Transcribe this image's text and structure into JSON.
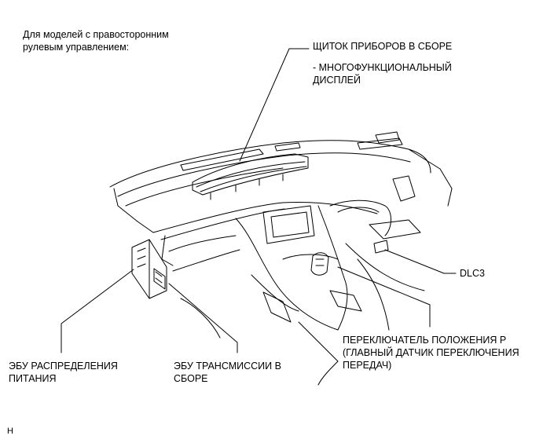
{
  "note": {
    "line1": "Для моделей с правосторонним",
    "line2": "рулевым управлением:"
  },
  "callouts": {
    "instrument_cluster": {
      "line1": "ЩИТОК ПРИБОРОВ В СБОРЕ",
      "sub_line1": "- МНОГОФУНКЦИОНАЛЬНЫЙ",
      "sub_line2": "ДИСПЛЕЙ"
    },
    "dlc3": {
      "line1": "DLC3"
    },
    "p_switch": {
      "line1": "ПЕРЕКЛЮЧАТЕЛЬ ПОЛОЖЕНИЯ Р",
      "line2": "(ГЛАВНЫЙ ДАТЧИК ПЕРЕКЛЮЧЕНИЯ",
      "line3": "ПЕРЕДАЧ)"
    },
    "power_ecu": {
      "line1": "ЭБУ РАСПРЕДЕЛЕНИЯ",
      "line2": "ПИТАНИЯ"
    },
    "transmission_ecu": {
      "line1": "ЭБУ ТРАНСМИССИИ В",
      "line2": "СБОРЕ"
    }
  },
  "figure_code": "H"
}
